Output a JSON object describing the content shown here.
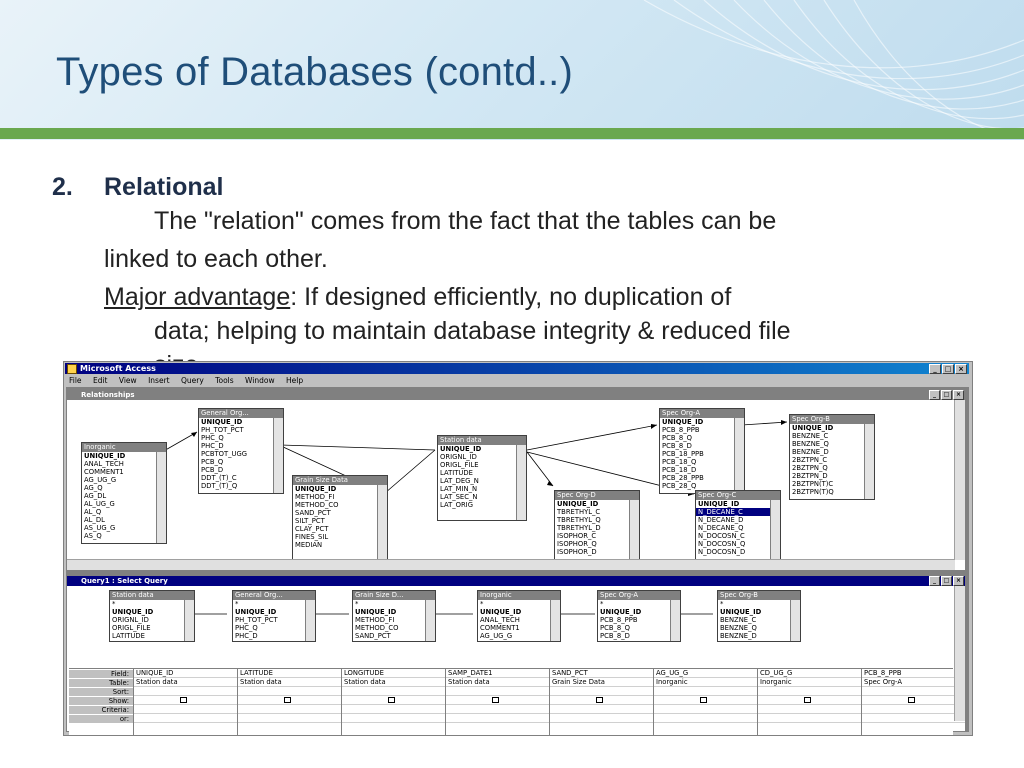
{
  "slide": {
    "title": "Types of Databases (contd..)",
    "list_number": "2.",
    "list_heading": "Relational",
    "para_line1": "The \"relation\" comes from the fact that the tables can be",
    "para_line2": "linked to each other.",
    "advantage_label": "Major advantage",
    "advantage_line1_rest": ": If designed efficiently, no duplication of",
    "advantage_line2": "data; helping to maintain database integrity & reduced file",
    "advantage_line3": "size."
  },
  "app": {
    "title": "Microsoft Access",
    "menu": [
      "File",
      "Edit",
      "View",
      "Insert",
      "Query",
      "Tools",
      "Window",
      "Help"
    ]
  },
  "relationships": {
    "title": "Relationships",
    "tables": [
      {
        "name": "Inorganic",
        "fields": [
          "UNIQUE_ID",
          "ANAL_TECH",
          "COMMENT1",
          "AG_UG_G",
          "AG_Q",
          "AG_DL",
          "AL_UG_G",
          "AL_Q",
          "AL_DL",
          "AS_UG_G",
          "AS_Q"
        ]
      },
      {
        "name": "General Org...",
        "fields": [
          "UNIQUE_ID",
          "PH_TOT_PCT",
          "PHC_Q",
          "PHC_D",
          "PCBTOT_UGG",
          "PCB_Q",
          "PCB_D",
          "DDT_(T)_C",
          "DDT_(T)_Q"
        ]
      },
      {
        "name": "Grain Size Data",
        "fields": [
          "UNIQUE_ID",
          "METHOD_FI",
          "METHOD_CO",
          "SAND_PCT",
          "SILT_PCT",
          "CLAY_PCT",
          "FINES_SIL",
          "MEDIAN"
        ]
      },
      {
        "name": "Station data",
        "fields": [
          "UNIQUE_ID",
          "ORIGNL_ID",
          "ORIGL_FILE",
          "LATITUDE",
          "LAT_DEG_N",
          "LAT_MIN_N",
          "LAT_SEC_N",
          "LAT_ORIG"
        ]
      },
      {
        "name": "Spec Org-A",
        "fields": [
          "UNIQUE_ID",
          "PCB_8_PPB",
          "PCB_8_Q",
          "PCB_8_D",
          "PCB_18_PPB",
          "PCB_18_Q",
          "PCB_18_D",
          "PCB_28_PPB",
          "PCB_28_Q"
        ]
      },
      {
        "name": "Spec Org-B",
        "fields": [
          "UNIQUE_ID",
          "BENZNE_C",
          "BENZNE_Q",
          "BENZNE_D",
          "2BZTPN_C",
          "2BZTPN_Q",
          "2BZTPN_D",
          "2BZTPN(T)C",
          "2BZTPN(T)Q"
        ]
      },
      {
        "name": "Spec Org-D",
        "fields": [
          "UNIQUE_ID",
          "TBRETHYL_C",
          "TBRETHYL_Q",
          "TBRETHYL_D",
          "ISOPHOR_C",
          "ISOPHOR_Q",
          "ISOPHOR_D"
        ]
      },
      {
        "name": "Spec Org-C",
        "fields": [
          "UNIQUE_ID",
          "N_DECANE_C",
          "N_DECANE_D",
          "N_DECANE_Q",
          "N_DOCOSN_C",
          "N_DOCOSN_Q",
          "N_DOCOSN_D"
        ]
      }
    ]
  },
  "query": {
    "title": "Query1 : Select Query",
    "tables": [
      {
        "name": "Station data",
        "fields": [
          "*",
          "UNIQUE_ID",
          "ORIGNL_ID",
          "ORIGL_FILE",
          "LATITUDE"
        ]
      },
      {
        "name": "General Org...",
        "fields": [
          "*",
          "UNIQUE_ID",
          "PH_TOT_PCT",
          "PHC_Q",
          "PHC_D"
        ]
      },
      {
        "name": "Grain Size D...",
        "fields": [
          "*",
          "UNIQUE_ID",
          "METHOD_FI",
          "METHOD_CO",
          "SAND_PCT"
        ]
      },
      {
        "name": "Inorganic",
        "fields": [
          "*",
          "UNIQUE_ID",
          "ANAL_TECH",
          "COMMENT1",
          "AG_UG_G"
        ]
      },
      {
        "name": "Spec Org-A",
        "fields": [
          "*",
          "UNIQUE_ID",
          "PCB_8_PPB",
          "PCB_8_Q",
          "PCB_8_D"
        ]
      },
      {
        "name": "Spec Org-B",
        "fields": [
          "*",
          "UNIQUE_ID",
          "BENZNE_C",
          "BENZNE_Q",
          "BENZNE_D"
        ]
      }
    ],
    "grid_labels": [
      "Field:",
      "Table:",
      "Sort:",
      "Show:",
      "Criteria:",
      "or:"
    ],
    "grid_columns": [
      {
        "field": "UNIQUE_ID",
        "table": "Station data"
      },
      {
        "field": "LATITUDE",
        "table": "Station data"
      },
      {
        "field": "LONGITUDE",
        "table": "Station data"
      },
      {
        "field": "SAMP_DATE1",
        "table": "Station data"
      },
      {
        "field": "SAND_PCT",
        "table": "Grain Size Data"
      },
      {
        "field": "AG_UG_G",
        "table": "Inorganic"
      },
      {
        "field": "CD_UG_G",
        "table": "Inorganic"
      },
      {
        "field": "PCB_8_PPB",
        "table": "Spec Org-A"
      }
    ]
  },
  "colors": {
    "title": "#1f4e79",
    "band": "#6aa84f",
    "titlebar": "#000080"
  }
}
